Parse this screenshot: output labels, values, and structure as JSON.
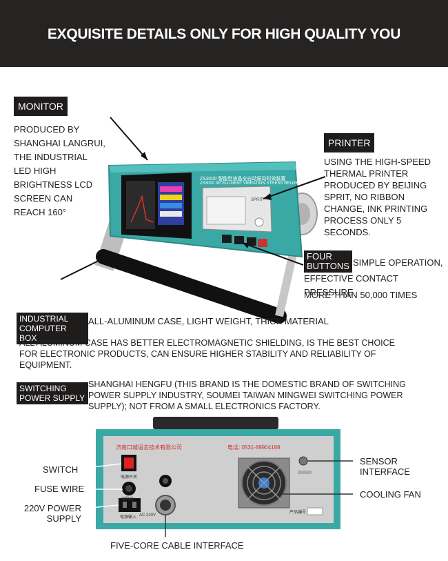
{
  "banner": {
    "title": "EXQUISITE DETAILS ONLY FOR HIGH QUALITY YOU"
  },
  "monitor": {
    "tag": "MONITOR",
    "lines": [
      "PRODUCED BY",
      "SHANGHAI LANGRUI,",
      "THE INDUSTRIAL",
      "LED HIGH",
      "BRIGHTNESS LCD",
      "SCREEN CAN",
      "REACH 160°"
    ]
  },
  "printer": {
    "tag": "PRINTER",
    "lines": [
      "USING THE HIGH-SPEED",
      "THERMAL PRINTER",
      "PRODUCED BY BEIJING",
      "SPRIT, NO RIBBON",
      "CHANGE, INK PRINTING",
      "PROCESS ONLY 5",
      "SECONDS."
    ]
  },
  "buttons": {
    "tag_line1": "FOUR",
    "tag_line2": "BUTTONS",
    "line1": "SIMPLE OPERATION,",
    "line2": "EFFECTIVE CONTACT PRESSURE",
    "line3": "MORE THAN 50,000 TIMES"
  },
  "computer_box": {
    "tag_line1": "INDUSTRIAL",
    "tag_line2": "COMPUTER BOX",
    "headline": "ALL-ALUMINUM CASE, LIGHT WEIGHT, THICK MATERIAL",
    "lines": [
      "ALL ALUMINUM CASE HAS BETTER ELECTROMAGNETIC SHIELDING, IS THE BEST CHOICE",
      "FOR ELECTRONIC PRODUCTS, CAN ENSURE HIGHER STABILITY AND RELIABILITY OF",
      "EQUIPMENT."
    ]
  },
  "power_supply": {
    "tag_line1": "SWITCHING",
    "tag_line2": "POWER SUPPLY",
    "lines": [
      "SHANGHAI HENGFU (THIS BRAND IS THE DOMESTIC BRAND OF SWITCHING",
      "POWER SUPPLY INDUSTRY, SOUMEI TAIWAN MINGWEI SWITCHING POWER",
      "SUPPLY); NOT FROM A SMALL ELECTRONICS FACTORY."
    ]
  },
  "device_front": {
    "title_cn": "ZS3000 智能型液晶全自动振动时效装置",
    "title_en": "ZS3000 INTELLIGENT VIBRATION STRESS RELIEF",
    "printer_label": "SPRIT"
  },
  "device_back": {
    "brand_cn": "济南口城语言技术有限公司",
    "phone": "电话: 0531-88904188",
    "switch_label": "电源开关",
    "fuse_label": "保险丝",
    "power_label": "电源输入",
    "power_rating": "AC 220V",
    "serial_label": "产品编号"
  },
  "back_callouts": {
    "switch": "SWITCH",
    "fuse": "FUSE WIRE",
    "power_line1": "220V POWER",
    "power_line2": "SUPPLY",
    "sensor_line1": "SENSOR",
    "sensor_line2": "INTERFACE",
    "fan": "COOLING FAN",
    "cable": "FIVE-CORE CABLE INTERFACE"
  },
  "colors": {
    "banner": "#262323",
    "device_teal": "#3aa9a6",
    "panel_silver": "#cfcfcf"
  }
}
